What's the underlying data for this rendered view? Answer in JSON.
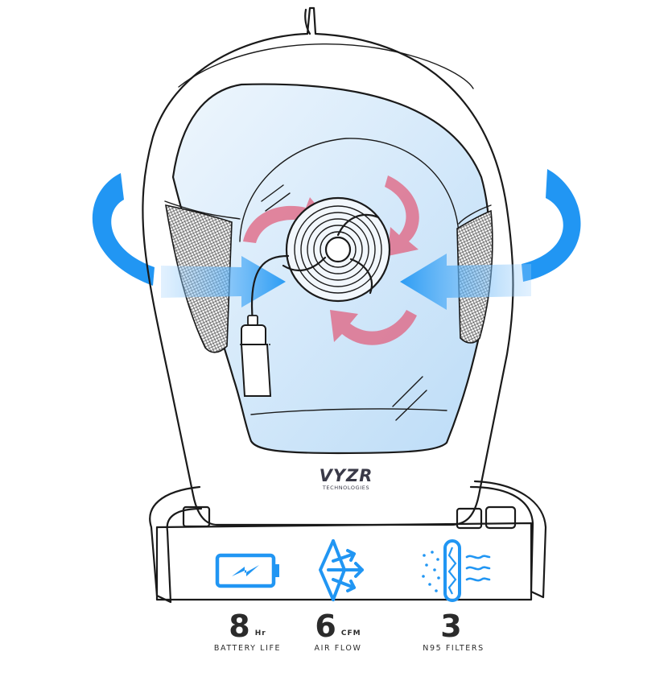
{
  "brand": {
    "name": "VYZR",
    "tagline": "TECHNOLOGIES"
  },
  "specs": [
    {
      "value": "8",
      "unit": "Hr",
      "label": "BATTERY LIFE",
      "icon": "battery-icon"
    },
    {
      "value": "6",
      "unit": "CFM",
      "label": "AIR FLOW",
      "icon": "airflow-icon"
    },
    {
      "value": "3",
      "unit": "",
      "label": "N95 FILTERS",
      "icon": "filter-icon"
    }
  ],
  "colors": {
    "accent_blue": "#2196f3",
    "airflow_pink": "#e0607e",
    "visor_blue": "#cfe6fb",
    "ink": "#1a1a1a"
  }
}
